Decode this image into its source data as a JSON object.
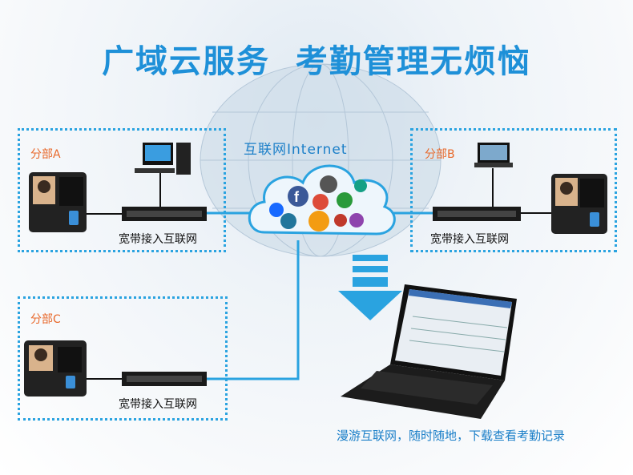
{
  "title": "广域云服务  考勤管理无烦恼",
  "branches": {
    "a": {
      "label": "分部A",
      "caption": "宽带接入互联网"
    },
    "b": {
      "label": "分部B",
      "caption": "宽带接入互联网"
    },
    "c": {
      "label": "分部C",
      "caption": "宽带接入互联网"
    }
  },
  "cloud": {
    "label": "互联网Internet"
  },
  "footer": {
    "text": "漫游互联网，随时随地，下载查看考勤记录"
  },
  "colors": {
    "title": "#1e90d8",
    "border": "#2aa3e0",
    "branch_label": "#e8682a",
    "footer": "#1b7fc8"
  }
}
